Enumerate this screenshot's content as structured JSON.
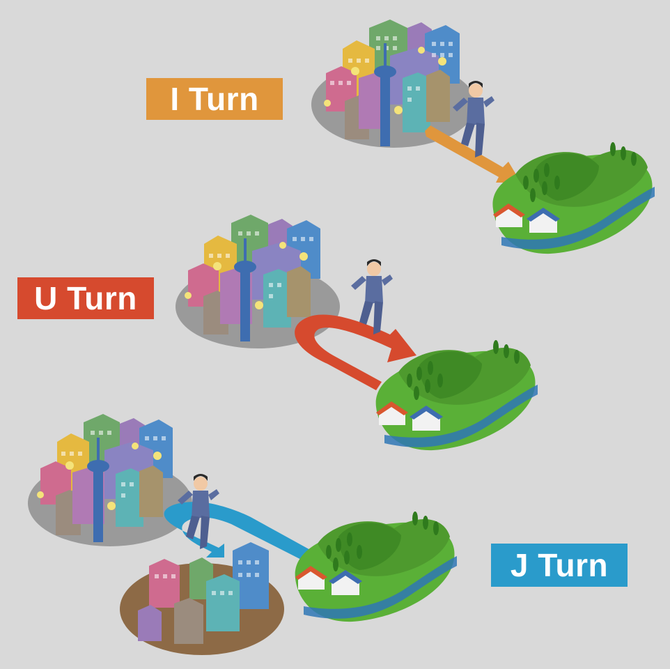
{
  "colors": {
    "background": "#d9d9d9",
    "i_turn": "#e0963c",
    "u_turn": "#d64a2e",
    "j_turn": "#2a9bcb",
    "grass": "#5ab037",
    "hill": "#4e9a2e",
    "river": "#2f77b5",
    "city_base": "#9a9a9a",
    "town_base": "#8d6a46"
  },
  "labels": {
    "i_turn": "I Turn",
    "u_turn": "U Turn",
    "j_turn": "J Turn"
  },
  "icons": {
    "city": "city-cluster-icon",
    "countryside": "countryside-island-icon",
    "town": "town-cluster-icon",
    "person": "running-businessman-icon",
    "arrow": "migration-arrow-icon"
  }
}
